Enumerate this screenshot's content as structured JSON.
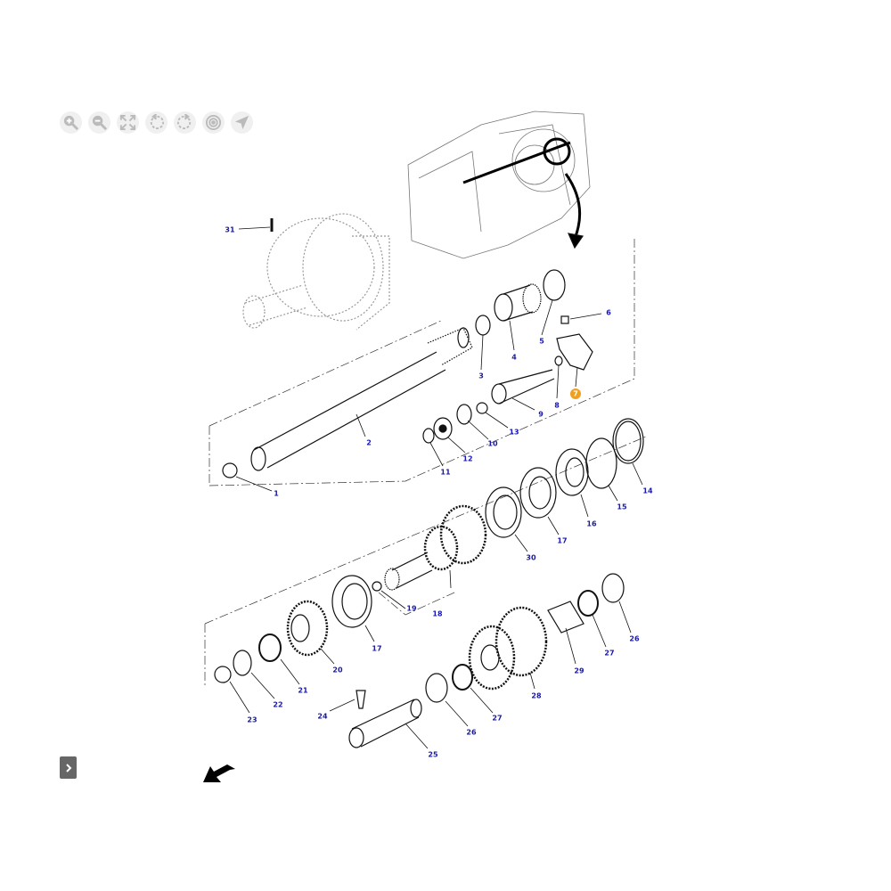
{
  "toolbar": {
    "buttons": [
      "zoom-in",
      "zoom-out",
      "fit-to-screen",
      "rotate-left",
      "rotate-right",
      "target",
      "navigate"
    ]
  },
  "callouts": [
    "31",
    "6",
    "5",
    "4",
    "3",
    "7",
    "8",
    "9",
    "13",
    "10",
    "2",
    "12",
    "11",
    "14",
    "1",
    "15",
    "16",
    "17",
    "30",
    "19",
    "18",
    "17",
    "26",
    "27",
    "20",
    "29",
    "21",
    "22",
    "28",
    "23",
    "24",
    "27",
    "26",
    "25"
  ],
  "colors": {
    "callout_text": "#1a1aa8",
    "highlight": "#f0a020",
    "line": "#111111",
    "ghost": "#999999"
  }
}
